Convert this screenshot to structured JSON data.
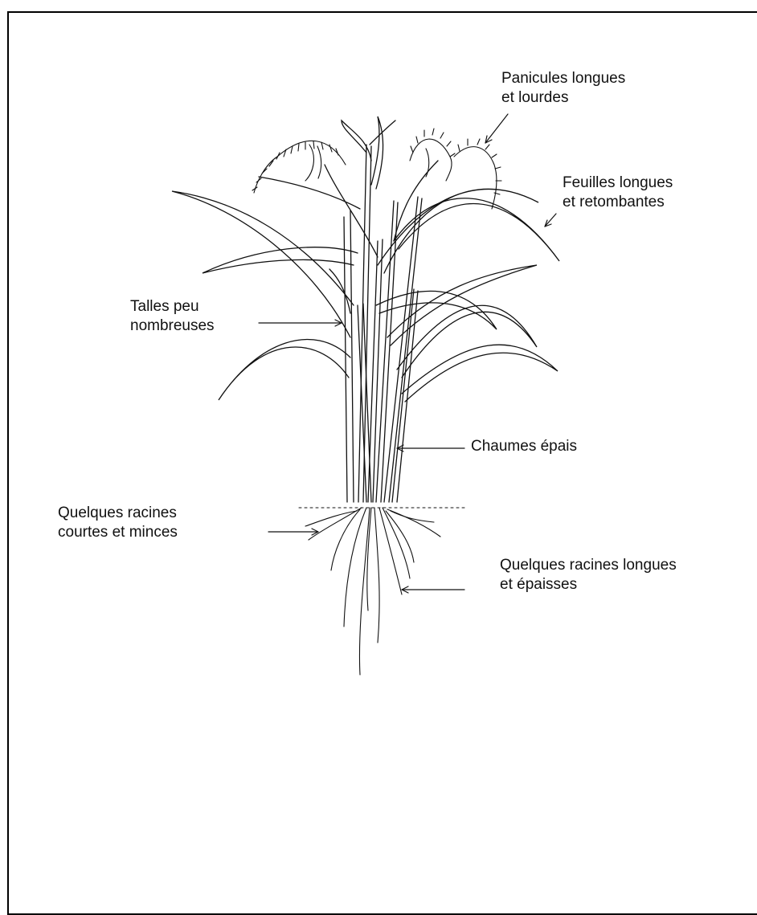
{
  "labels": {
    "panicles": "Panicules longues\net lourdes",
    "leaves": "Feuilles longues\net retombantes",
    "tillers": "Talles peu\nnombreuses",
    "culms": "Chaumes épais",
    "short_roots": "Quelques racines\ncourtes et minces",
    "long_roots": "Quelques racines longues\net épaisses"
  }
}
